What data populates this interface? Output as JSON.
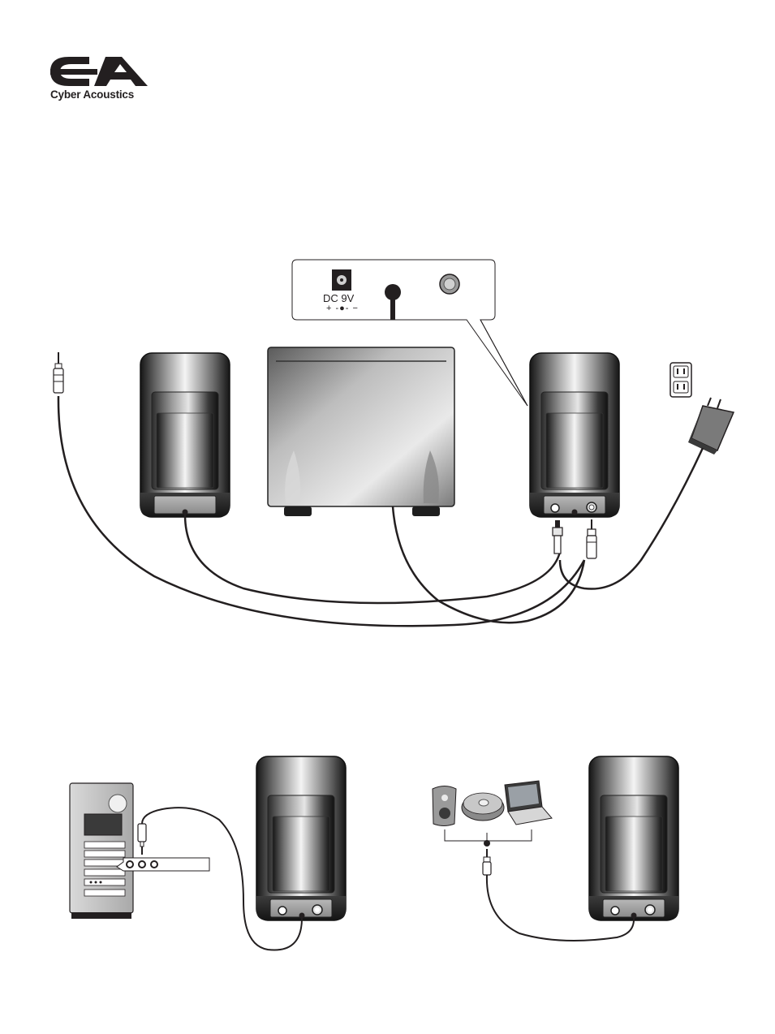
{
  "brand": {
    "name": "Cyber Acoustics",
    "logo_lettering": "CA"
  },
  "callout": {
    "dc_label": "DC 9V",
    "polarity_label": "+ -●- −"
  },
  "colors": {
    "ink": "#231f20",
    "speaker_light": "#f2f2f2",
    "speaker_dark": "#1e1e1e",
    "background": "#ffffff"
  },
  "icons": {
    "logo": "cyber-acoustics-logo",
    "power_jack": "dc-power-jack",
    "wall_outlet": "wall-outlet",
    "power_adapter": "ac-power-adapter",
    "plug": "audio-plug",
    "computer": "desktop-tower",
    "portable_devices": [
      "mp3-player",
      "cd-player",
      "laptop"
    ]
  }
}
